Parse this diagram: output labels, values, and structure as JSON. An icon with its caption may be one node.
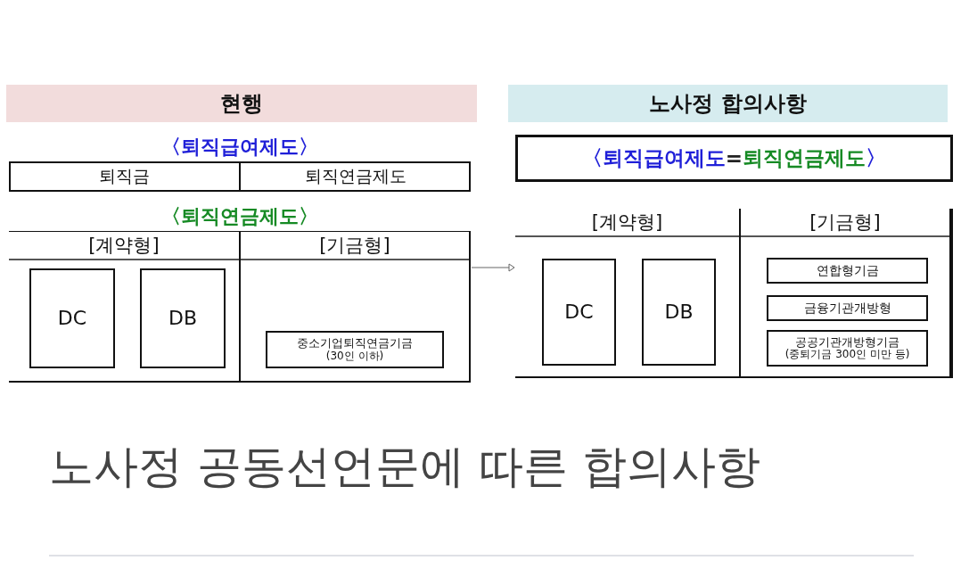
{
  "diagram": {
    "caption": "노사정 공동선언문에 따른 합의사항",
    "nodes": [
      {
        "text": [
          "현행"
        ]
      },
      {
        "text": [
          "〈퇴직급여제도〉"
        ]
      },
      {
        "text": [
          "퇴직금"
        ],
        "in": 1
      },
      {
        "text": [
          "퇴직연금제도"
        ],
        "in": 1
      },
      {
        "text": [
          "〈퇴직연금제도〉"
        ]
      },
      {
        "text": [
          "[계약형]"
        ],
        "in": 4
      },
      {
        "text": [
          "DC"
        ],
        "in": 5
      },
      {
        "text": [
          "DB"
        ],
        "in": 5
      },
      {
        "text": [
          "[기금형]"
        ],
        "in": 4
      },
      {
        "text": [
          "중소기업퇴직연금기금",
          "(30인 이하)"
        ],
        "in": 8
      },
      {
        "text": [
          "노사정 합의사항"
        ]
      },
      {
        "text": [
          "〈퇴직급여제도=퇴직연금제도〉"
        ]
      },
      {
        "text": [],
        "shape": "box"
      },
      {
        "text": [
          "[계약형]"
        ],
        "in": 12
      },
      {
        "text": [
          "DC"
        ],
        "in": 13
      },
      {
        "text": [
          "DB"
        ],
        "in": 13
      },
      {
        "text": [
          "[기금형]"
        ],
        "in": 12
      },
      {
        "text": [
          "연합형기금"
        ],
        "in": 16
      },
      {
        "text": [
          "금융기관개방형"
        ],
        "in": 16
      },
      {
        "text": [
          "공공기관개방형기금",
          "(중퇴기금 300인 미만 등)"
        ],
        "in": 16
      }
    ],
    "edges": [
      {
        "from": 4,
        "to": 12,
        "arrow": "to"
      }
    ]
  }
}
